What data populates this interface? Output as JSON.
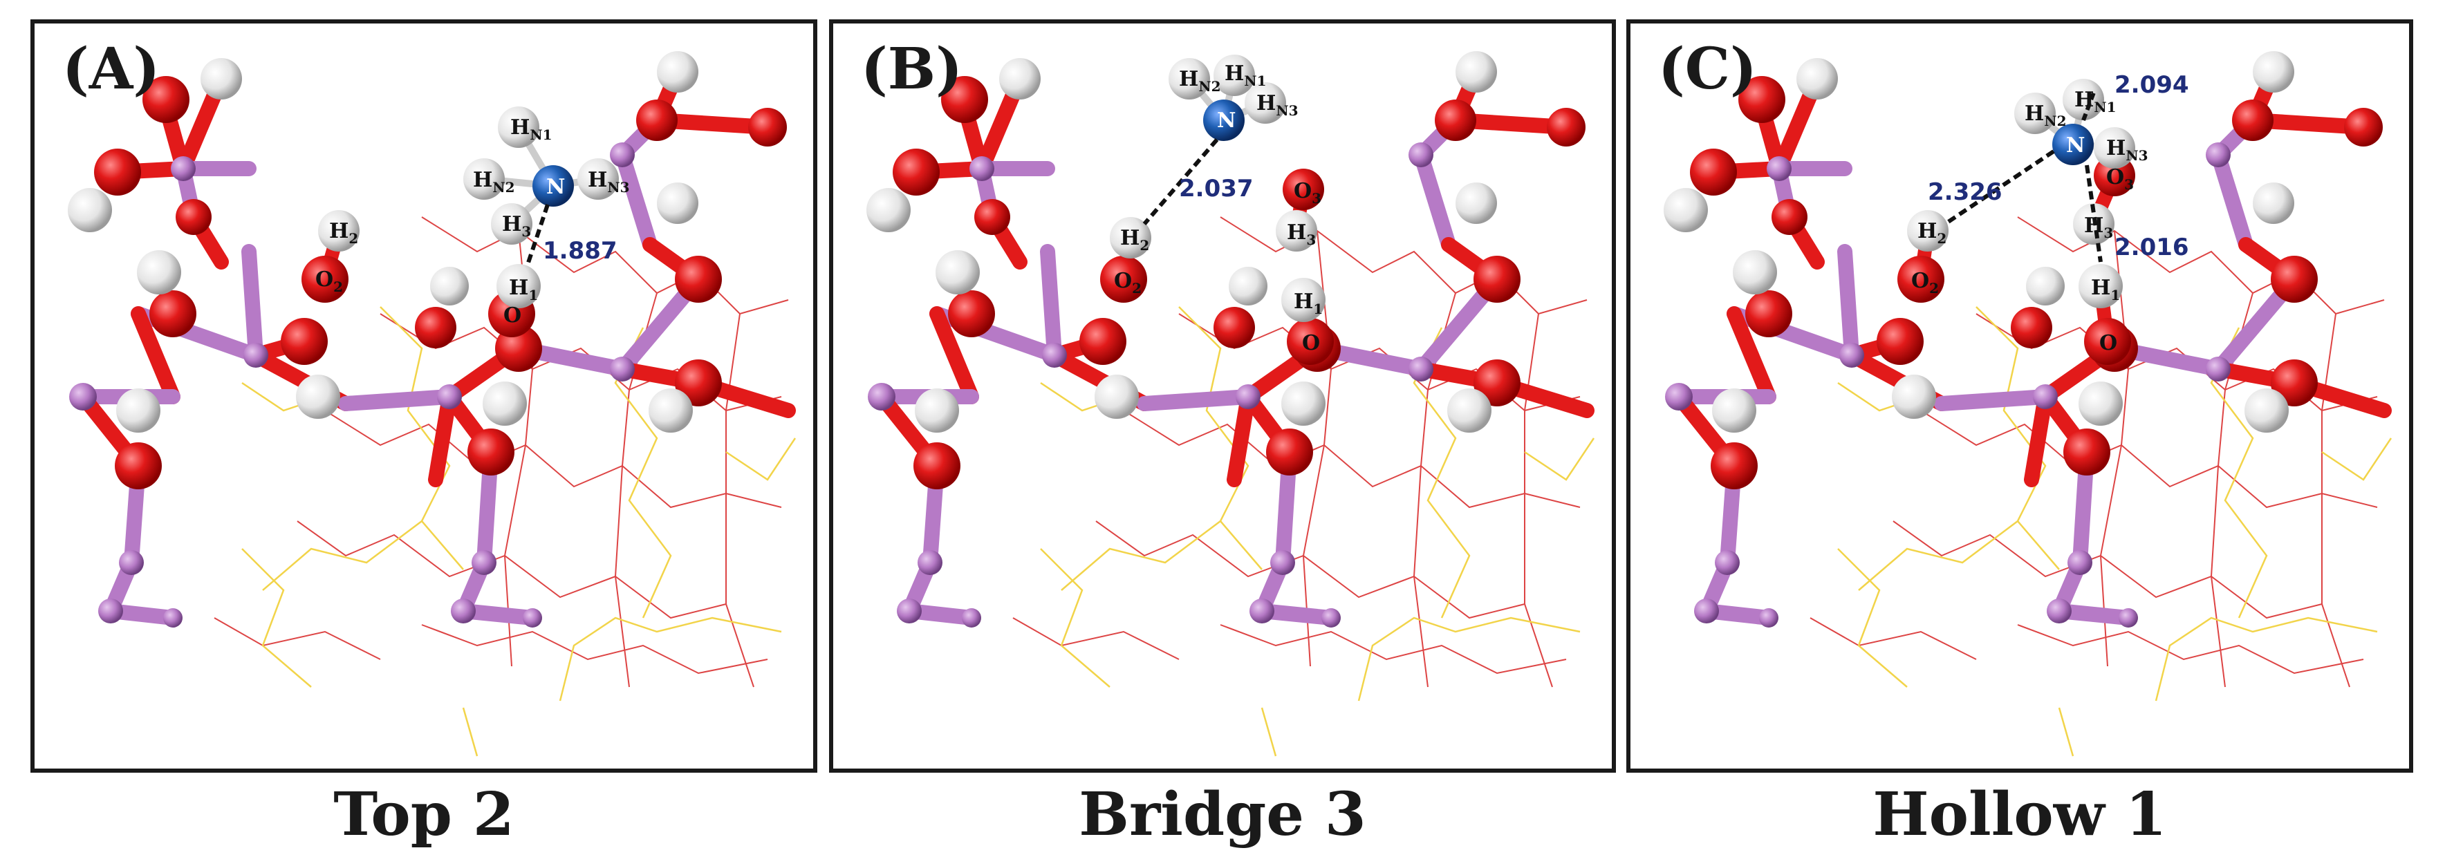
{
  "colors": {
    "oxygen": "#e21a1a",
    "silicon_or_metal": "#b67ac6",
    "hydrogen": "#eeeeee",
    "nitrogen": "#1f5fb4",
    "distance_text": "#1f2d7a",
    "wire_red": "#d66",
    "wire_yellow": "#f2d44a"
  },
  "panels": [
    {
      "tag": "(A)",
      "caption": "Top 2",
      "labels": {
        "hn1": "H",
        "hn1_sub": "N1",
        "hn2": "H",
        "hn2_sub": "N2",
        "hn3": "H",
        "hn3_sub": "N3",
        "n": "N",
        "h3": "H",
        "h3_sub": "3",
        "h2": "H",
        "h2_sub": "2",
        "o2": "O",
        "o2_sub": "2",
        "h1": "H",
        "h1_sub": "1",
        "o1": "O"
      },
      "distances": [
        "1.887"
      ]
    },
    {
      "tag": "(B)",
      "caption": "Bridge 3",
      "labels": {
        "hn1": "H",
        "hn1_sub": "N1",
        "hn2": "H",
        "hn2_sub": "N2",
        "hn3": "H",
        "hn3_sub": "N3",
        "n": "N",
        "h2": "H",
        "h2_sub": "2",
        "o2": "O",
        "o2_sub": "2",
        "o3": "O",
        "o3_sub": "3",
        "h3": "H",
        "h3_sub": "3",
        "h1": "H",
        "h1_sub": "1",
        "o1": "O"
      },
      "distances": [
        "2.037"
      ]
    },
    {
      "tag": "(C)",
      "caption": "Hollow 1",
      "labels": {
        "hn1": "H",
        "hn1_sub": "N1",
        "hn2": "H",
        "hn2_sub": "N2",
        "hn3": "H",
        "hn3_sub": "N3",
        "n": "N",
        "h2": "H",
        "h2_sub": "2",
        "o2": "O",
        "o2_sub": "2",
        "o3": "O",
        "o3_sub": "3",
        "h3": "H",
        "h3_sub": "3",
        "h1": "H",
        "h1_sub": "1",
        "o1": "O"
      },
      "distances": [
        "2.094",
        "2.326",
        "2.016"
      ]
    }
  ]
}
